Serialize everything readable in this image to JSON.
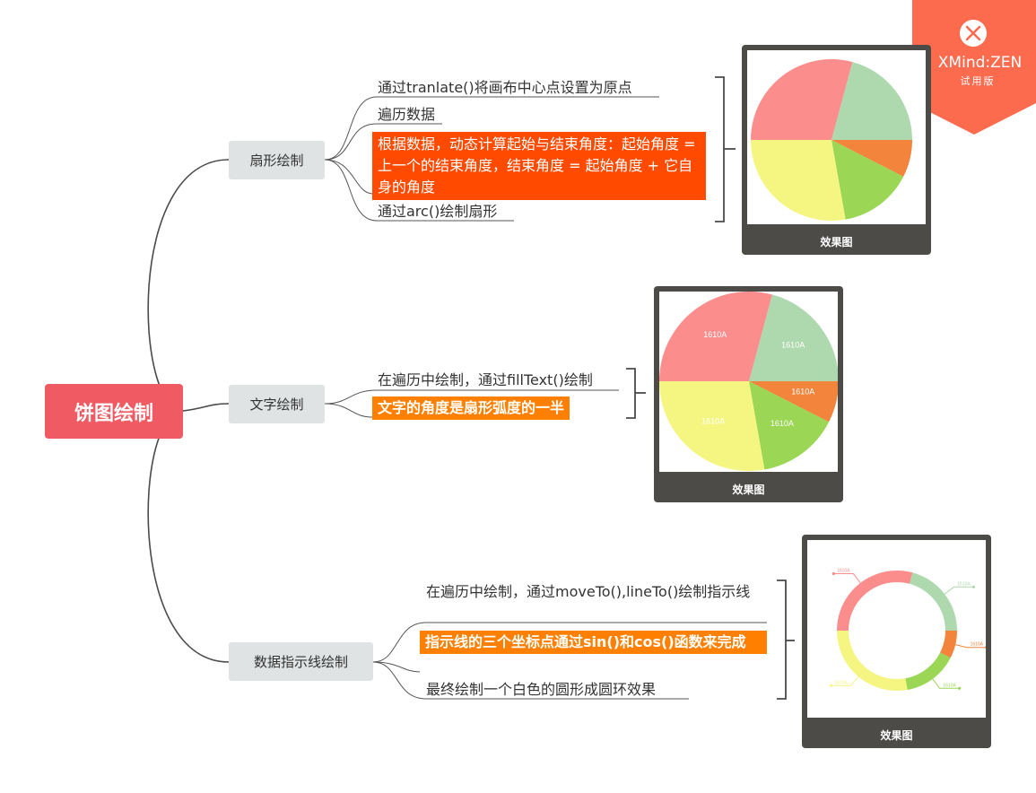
{
  "root": {
    "label": "饼图绘制"
  },
  "branches": [
    {
      "label": "扇形绘制",
      "items": [
        {
          "text": "通过tranlate()将画布中心点设置为原点",
          "style": "plain"
        },
        {
          "text": "遍历数据",
          "style": "plain"
        },
        {
          "text": "根据数据，动态计算起始与结束角度：起始角度 = 上一个的结束角度，结束角度 = 起始角度 + 它自身的角度",
          "style": "highlight-red"
        },
        {
          "text": "通过arc()绘制扇形",
          "style": "plain"
        }
      ],
      "preview_caption": "效果图"
    },
    {
      "label": "文字绘制",
      "items": [
        {
          "text": "在遍历中绘制，通过fillText()绘制",
          "style": "plain"
        },
        {
          "text": "文字的角度是扇形弧度的一半",
          "style": "highlight-orange"
        }
      ],
      "preview_caption": "效果图",
      "pie_labels": [
        "1610A",
        "1610A",
        "1610A",
        "1610A",
        "1610A"
      ]
    },
    {
      "label": "数据指示线绘制",
      "items": [
        {
          "text": "在遍历中绘制，通过moveTo(),lineTo()绘制指示线",
          "style": "plain"
        },
        {
          "text": "指示线的三个坐标点通过sin()和cos()函数来完成",
          "style": "highlight-orange"
        },
        {
          "text": "最终绘制一个白色的圆形成圆环效果",
          "style": "plain"
        }
      ],
      "preview_caption": "效果图",
      "ring_labels": [
        "1610A",
        "1610A",
        "1610A",
        "1610A",
        "1610A"
      ]
    }
  ],
  "pie_slice_colors": [
    "#aed8ae",
    "#f2843b",
    "#9bd655",
    "#f4f681",
    "#fb8d8d"
  ],
  "watermark": {
    "brand": "XMind:ZEN",
    "sub": "试用版",
    "color": "#fd6b4f"
  }
}
